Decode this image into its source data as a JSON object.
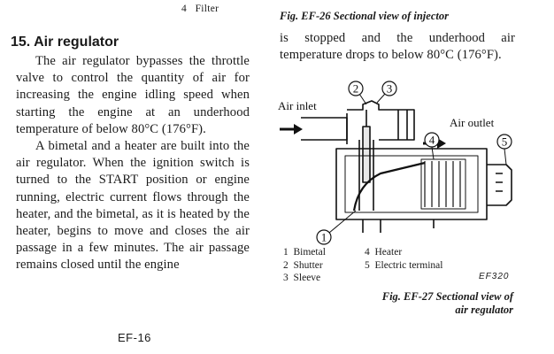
{
  "top": {
    "filter_label": "4   Filter",
    "fig_caption_26": "Fig. EF-26  Sectional view of injector"
  },
  "section": {
    "heading": "15.  Air regulator",
    "col1_paragraphs": [
      "The air regulator bypasses the throttle valve to control the quantity of air for increasing the engine idling speed when starting the engine at an underhood temperature of below 80°C (176°F).",
      "A bimetal and a heater are built into the air regulator. When the ignition switch is turned to the START position or engine running, electric current flows through the heater, and the bimetal, as it is heated by the heater, begins to move and closes the air passage in a few minutes. The air passage remains closed until the engine"
    ],
    "col2_text": "is stopped and the underhood air temperature drops to below 80°C (176°F)."
  },
  "figure": {
    "air_inlet": "Air inlet",
    "air_outlet": "Air outlet",
    "callouts": [
      "1",
      "2",
      "3",
      "4",
      "5"
    ],
    "legend": [
      {
        "num": "1",
        "label": "Bimetal"
      },
      {
        "num": "2",
        "label": "Shutter"
      },
      {
        "num": "3",
        "label": "Sleeve"
      },
      {
        "num": "4",
        "label": "Heater"
      },
      {
        "num": "5",
        "label": "Electric terminal"
      }
    ],
    "code": "EF320",
    "caption": [
      "Fig. EF-27  Sectional view of",
      "air regulator"
    ]
  },
  "footer": {
    "page": "EF-16"
  }
}
